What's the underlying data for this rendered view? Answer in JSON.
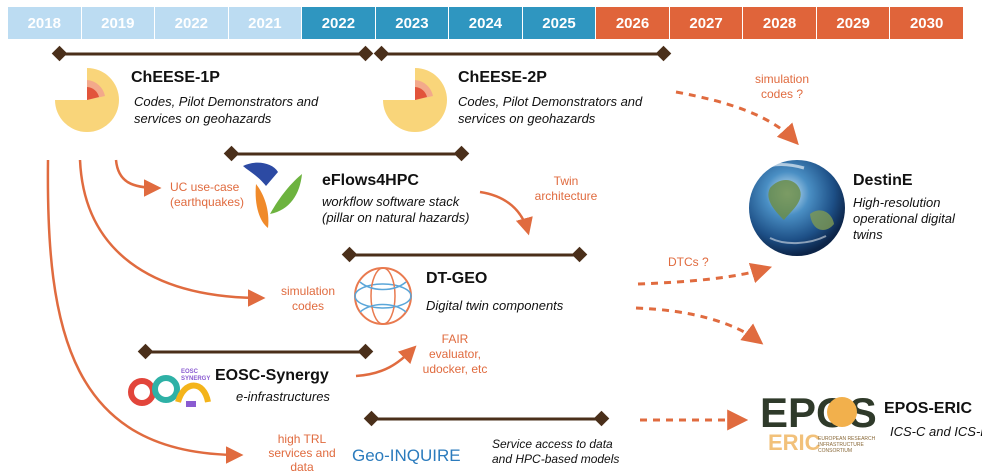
{
  "timeline": {
    "years": [
      {
        "label": "2018",
        "color": "#bcdcf2"
      },
      {
        "label": "2019",
        "color": "#bcdcf2"
      },
      {
        "label": "2022",
        "color": "#bcdcf2"
      },
      {
        "label": "2021",
        "color": "#bcdcf2"
      },
      {
        "label": "2022",
        "color": "#2f96c0"
      },
      {
        "label": "2023",
        "color": "#2f96c0"
      },
      {
        "label": "2024",
        "color": "#2f96c0"
      },
      {
        "label": "2025",
        "color": "#2f96c0"
      },
      {
        "label": "2026",
        "color": "#e0643a"
      },
      {
        "label": "2027",
        "color": "#e0643a"
      },
      {
        "label": "2028",
        "color": "#e0643a"
      },
      {
        "label": "2029",
        "color": "#e0643a"
      },
      {
        "label": "2030",
        "color": "#e0643a"
      }
    ]
  },
  "colors": {
    "bar": "#4a2f1a",
    "arrow": "#e06b3f",
    "pie": "#f9d57a",
    "pie_core": "#e2543b",
    "pie_ring": "#f3a98b"
  },
  "projects": {
    "cheese1p": {
      "title": "ChEESE-1P",
      "desc1": "Codes, Pilot Demonstrators and",
      "desc2": "services on geohazards"
    },
    "cheese2p": {
      "title": "ChEESE-2P",
      "desc1": "Codes, Pilot Demonstrators and",
      "desc2": "services on geohazards"
    },
    "eflows": {
      "title": "eFlows4HPC",
      "desc1": "workflow software stack",
      "desc2": "(pillar on natural hazards)"
    },
    "dtgeo": {
      "title": "DT-GEO",
      "desc1": "Digital twin components"
    },
    "eosc": {
      "title": "EOSC-Synergy",
      "desc1": "e-infrastructures",
      "logo_text": "EOSC SYNERGY"
    },
    "destine": {
      "title": "DestinE",
      "desc1": "High-resolution",
      "desc2": "operational digital",
      "desc3": "twins"
    },
    "epos": {
      "title": "EPOS-ERIC",
      "desc1": "ICS-C and ICS-D",
      "logo_main": "EPOS",
      "logo_sub": "ERIC",
      "logo_caption1": "EUROPEAN RESEARCH",
      "logo_caption2": "INFRASTRUCTURE",
      "logo_caption3": "CONSORTIUM"
    },
    "geoinquire": {
      "logo": "Geo-INQUIRE",
      "desc1": "Service access to data",
      "desc2": "and HPC-based models"
    }
  },
  "labels": {
    "uc1": "UC use-case",
    "uc2": "(earthquakes)",
    "twin1": "Twin",
    "twin2": "architecture",
    "sim_codes1": "simulation",
    "sim_codes2": "codes ?",
    "dtcs": "DTCs ?",
    "simcodes_a": "simulation",
    "simcodes_b": "codes",
    "fair1": "FAIR",
    "fair2": "evaluator,",
    "fair3": "udocker, etc",
    "trl1": "high TRL",
    "trl2": "services and",
    "trl3": "data"
  }
}
